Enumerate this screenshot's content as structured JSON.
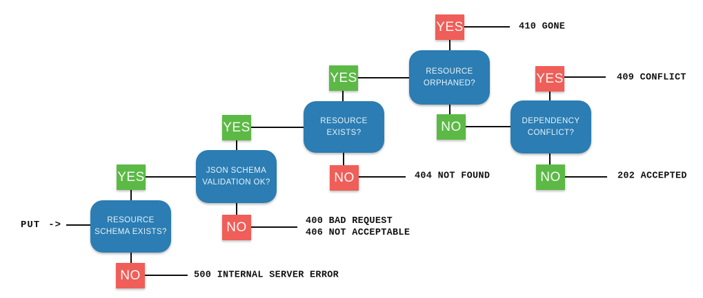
{
  "diagram_type": "flowchart",
  "topic": "HTTP PUT request status-code decision flow",
  "colors": {
    "node_blue": "#2b7db3",
    "yes_green": "#5cb946",
    "no_red": "#ef5e58",
    "connector_black": "#0b0b0b",
    "label_text": "#111111",
    "node_text": "#e9f2f8",
    "background": "#ffffff"
  },
  "start": {
    "method": "PUT",
    "arrow": "->"
  },
  "nodes": [
    {
      "id": "resource-schema-exists",
      "line1": "RESOURCE",
      "line2": "SCHEMA EXISTS?"
    },
    {
      "id": "json-schema-validation-ok",
      "line1": "JSON SCHEMA",
      "line2": "VALIDATION OK?"
    },
    {
      "id": "resource-exists",
      "line1": "RESOURCE",
      "line2": "EXISTS?"
    },
    {
      "id": "resource-orphaned",
      "line1": "RESOURCE",
      "line2": "ORPHANED?"
    },
    {
      "id": "dependency-conflict",
      "line1": "DEPENDENCY",
      "line2": "CONFLICT?"
    }
  ],
  "badges": [
    {
      "label": "YES",
      "color": "green",
      "from": "resource-schema-exists",
      "to": "json-schema-validation-ok"
    },
    {
      "label": "NO",
      "color": "red",
      "from": "resource-schema-exists",
      "to": "500 INTERNAL SERVER ERROR"
    },
    {
      "label": "YES",
      "color": "green",
      "from": "json-schema-validation-ok",
      "to": "resource-exists"
    },
    {
      "label": "NO",
      "color": "red",
      "from": "json-schema-validation-ok",
      "to": "400 BAD REQUEST / 406 NOT ACCEPTABLE"
    },
    {
      "label": "YES",
      "color": "green",
      "from": "resource-exists",
      "to": "resource-orphaned"
    },
    {
      "label": "NO",
      "color": "red",
      "from": "resource-exists",
      "to": "404 NOT FOUND"
    },
    {
      "label": "YES",
      "color": "red",
      "from": "resource-orphaned",
      "to": "410 GONE"
    },
    {
      "label": "NO",
      "color": "green",
      "from": "resource-orphaned",
      "to": "dependency-conflict"
    },
    {
      "label": "YES",
      "color": "red",
      "from": "dependency-conflict",
      "to": "409 CONFLICT"
    },
    {
      "label": "NO",
      "color": "green",
      "from": "dependency-conflict",
      "to": "202 ACCEPTED"
    }
  ],
  "outcomes": [
    {
      "id": "500",
      "lines": [
        "500 INTERNAL SERVER ERROR"
      ]
    },
    {
      "id": "400-406",
      "lines": [
        "400 BAD REQUEST",
        "406 NOT ACCEPTABLE"
      ]
    },
    {
      "id": "404",
      "lines": [
        "404 NOT FOUND"
      ]
    },
    {
      "id": "410",
      "lines": [
        "410 GONE"
      ]
    },
    {
      "id": "409",
      "lines": [
        "409 CONFLICT"
      ]
    },
    {
      "id": "202",
      "lines": [
        "202 ACCEPTED"
      ]
    }
  ]
}
